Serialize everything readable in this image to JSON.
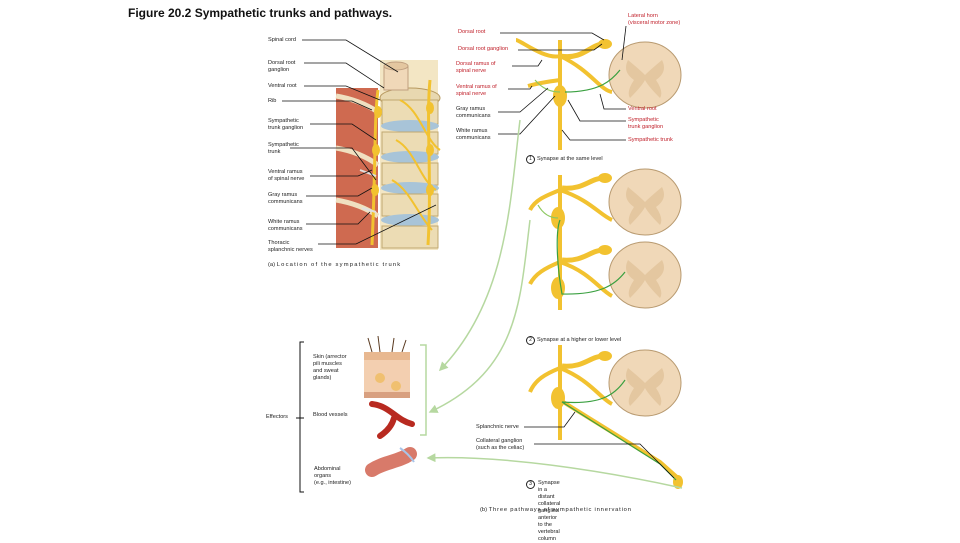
{
  "title": "Figure 20.2 Sympathetic trunks and pathways.",
  "panel_a": {
    "caption_letter": "(a)",
    "caption": "Location of the sympathetic trunk",
    "labels": {
      "spinal_cord": "Spinal cord",
      "dorsal_root_ganglion": "Dorsal root\nganglion",
      "ventral_root": "Ventral root",
      "rib": "Rib",
      "sympathetic_trunk_ganglion": "Sympathetic\ntrunk ganglion",
      "sympathetic_trunk": "Sympathetic\ntrunk",
      "ventral_ramus": "Ventral ramus\nof spinal nerve",
      "gray_ramus": "Gray ramus\ncommunicans",
      "white_ramus": "White ramus\ncommunicans",
      "thoracic_splanchnic": "Thoracic\nsplanchnic nerves"
    }
  },
  "panel_b": {
    "caption_letter": "(b)",
    "caption": "Three pathways of sympathetic innervation",
    "labels": {
      "lateral_horn": "Lateral horn\n(visceral motor zone)",
      "dorsal_root": "Dorsal root",
      "dorsal_root_ganglion": "Dorsal root ganglion",
      "dorsal_ramus": "Dorsal ramus of\nspinal nerve",
      "ventral_ramus": "Ventral ramus of\nspinal nerve",
      "gray_ramus": "Gray ramus\ncommunicans",
      "white_ramus": "White ramus\ncommunicans",
      "ventral_root": "Ventral root",
      "sympathetic_trunk_ganglion": "Sympathetic\ntrunk ganglion",
      "sympathetic_trunk": "Sympathetic trunk",
      "splanchnic_nerve": "Splanchnic nerve",
      "collateral_ganglion": "Collateral ganglion\n(such as the celiac)"
    },
    "pathways": [
      {
        "number": "1",
        "label": "Synapse at the same level"
      },
      {
        "number": "2",
        "label": "Synapse at a higher or lower level"
      },
      {
        "number": "3",
        "label": "Synapse in a distant\ncollateral ganglion anterior\nto the vertebral column"
      }
    ]
  },
  "effectors": {
    "heading": "Effectors",
    "skin": "Skin (arrector\npili muscles\nand sweat\nglands)",
    "blood_vessels": "Blood vessels",
    "abdominal": "Abdominal\norgans\n(e.g., intestine)"
  },
  "colors": {
    "nerve_yellow": "#f2c230",
    "nerve_outline": "#c08a10",
    "preganglionic_green": "#3aa040",
    "postganglionic_green": "#8cc860",
    "cord_tan": "#f0d8b8",
    "gray_matter": "#e4c7a0",
    "vertebra": "#e8d8b0",
    "disc": "#a8c4d8",
    "muscle": "#c05040",
    "arrow_green": "#b6d8a0",
    "accent_red": "#c0202a"
  }
}
